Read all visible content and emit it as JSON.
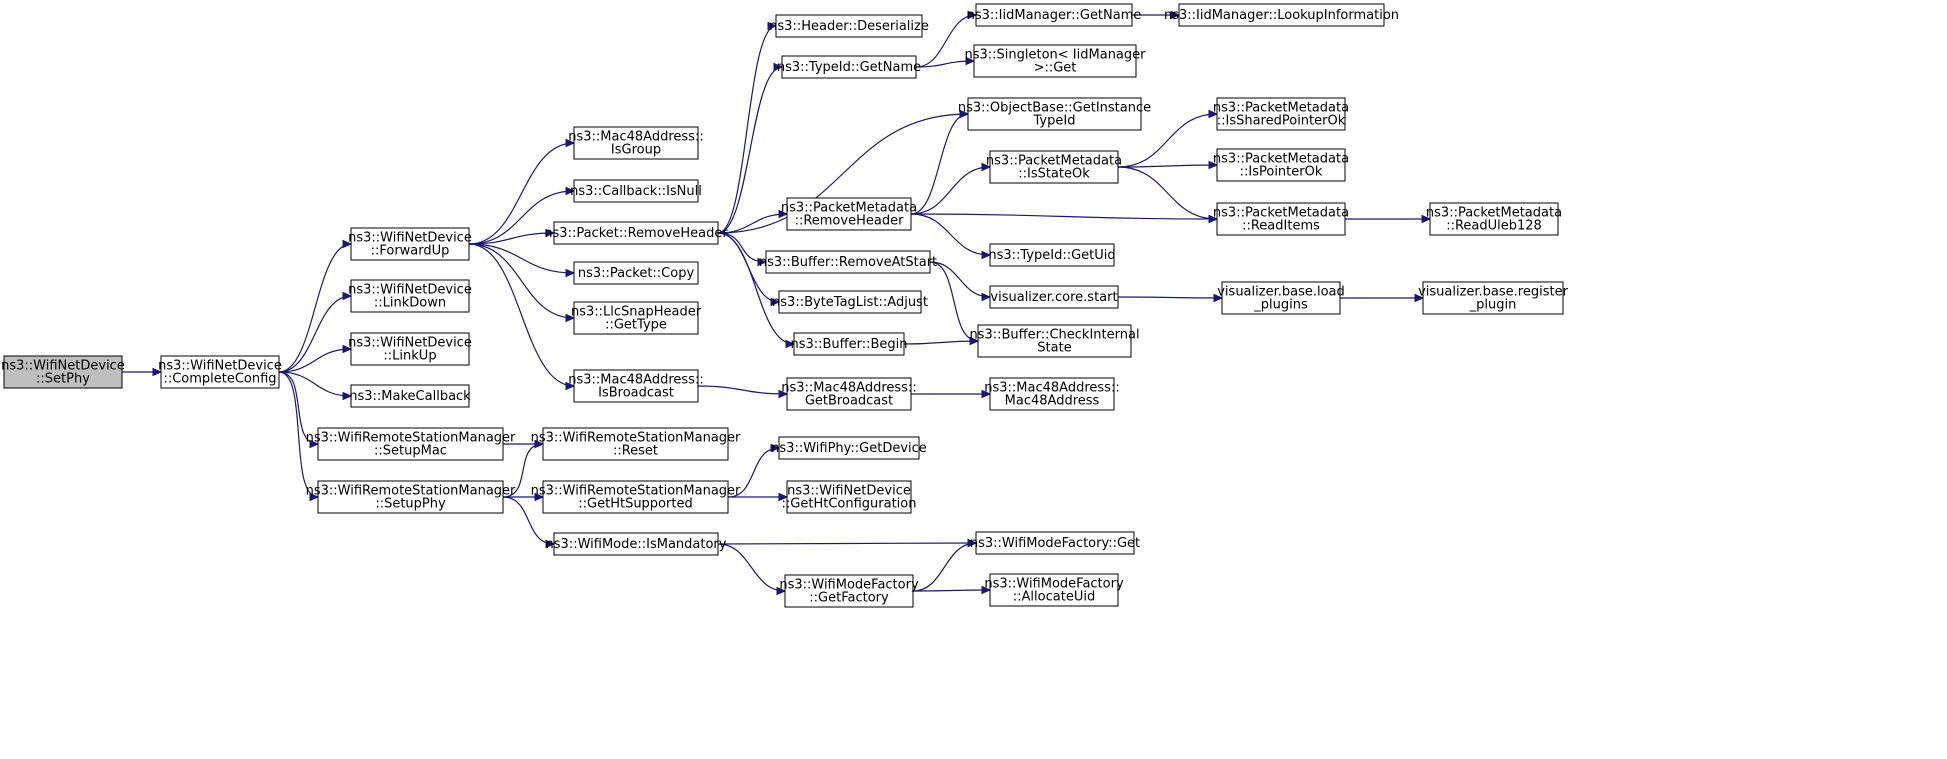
{
  "colors": {
    "edge": "#191970",
    "root_fill": "#bfbfbf",
    "node_fill": "#ffffff",
    "border": "#000000"
  },
  "nodes": {
    "setphy": {
      "lines": [
        "ns3::WifiNetDevice",
        "::SetPhy"
      ],
      "root": true
    },
    "completeconfig": {
      "lines": [
        "ns3::WifiNetDevice",
        "::CompleteConfig"
      ]
    },
    "forwardup": {
      "lines": [
        "ns3::WifiNetDevice",
        "::ForwardUp"
      ]
    },
    "linkdown": {
      "lines": [
        "ns3::WifiNetDevice",
        "::LinkDown"
      ]
    },
    "linkup": {
      "lines": [
        "ns3::WifiNetDevice",
        "::LinkUp"
      ]
    },
    "makecallback": {
      "lines": [
        "ns3::MakeCallback"
      ]
    },
    "setupmac": {
      "lines": [
        "ns3::WifiRemoteStationManager",
        "::SetupMac"
      ]
    },
    "setupphy": {
      "lines": [
        "ns3::WifiRemoteStationManager",
        "::SetupPhy"
      ]
    },
    "isgroup": {
      "lines": [
        "ns3::Mac48Address::",
        "IsGroup"
      ]
    },
    "isnull": {
      "lines": [
        "ns3::Callback::IsNull"
      ]
    },
    "removeheader": {
      "lines": [
        "ns3::Packet::RemoveHeader"
      ]
    },
    "copy": {
      "lines": [
        "ns3::Packet::Copy"
      ]
    },
    "gettype": {
      "lines": [
        "ns3::LlcSnapHeader",
        "::GetType"
      ]
    },
    "isbroadcast": {
      "lines": [
        "ns3::Mac48Address::",
        "IsBroadcast"
      ]
    },
    "reset": {
      "lines": [
        "ns3::WifiRemoteStationManager",
        "::Reset"
      ]
    },
    "gethtsupported": {
      "lines": [
        "ns3::WifiRemoteStationManager",
        "::GetHtSupported"
      ]
    },
    "ismandatory": {
      "lines": [
        "ns3::WifiMode::IsMandatory"
      ]
    },
    "deserialize": {
      "lines": [
        "ns3::Header::Deserialize"
      ]
    },
    "typeidgetname": {
      "lines": [
        "ns3::TypeId::GetName"
      ]
    },
    "pmremoveheader": {
      "lines": [
        "ns3::PacketMetadata",
        "::RemoveHeader"
      ]
    },
    "removeatstart": {
      "lines": [
        "ns3::Buffer::RemoveAtStart"
      ]
    },
    "adjust": {
      "lines": [
        "ns3::ByteTagList::Adjust"
      ]
    },
    "begin": {
      "lines": [
        "ns3::Buffer::Begin"
      ]
    },
    "getbroadcast": {
      "lines": [
        "ns3::Mac48Address::",
        "GetBroadcast"
      ]
    },
    "getdevice": {
      "lines": [
        "ns3::WifiPhy::GetDevice"
      ]
    },
    "gethtconfig": {
      "lines": [
        "ns3::WifiNetDevice",
        "::GetHtConfiguration"
      ]
    },
    "getfactory": {
      "lines": [
        "ns3::WifiModeFactory",
        "::GetFactory"
      ]
    },
    "iidgetname": {
      "lines": [
        "ns3::IidManager::GetName"
      ]
    },
    "singletonget": {
      "lines": [
        "ns3::Singleton< IidManager",
        ">::Get"
      ]
    },
    "getinstancetypeid": {
      "lines": [
        "ns3::ObjectBase::GetInstance",
        "TypeId"
      ]
    },
    "isstateok": {
      "lines": [
        "ns3::PacketMetadata",
        "::IsStateOk"
      ]
    },
    "getuid": {
      "lines": [
        "ns3::TypeId::GetUid"
      ]
    },
    "corestart": {
      "lines": [
        "visualizer.core.start"
      ]
    },
    "checkinternal": {
      "lines": [
        "ns3::Buffer::CheckInternal",
        "State"
      ]
    },
    "mac48ctor": {
      "lines": [
        "ns3::Mac48Address::",
        "Mac48Address"
      ]
    },
    "wmfget": {
      "lines": [
        "ns3::WifiModeFactory::Get"
      ]
    },
    "allocateuid": {
      "lines": [
        "ns3::WifiModeFactory",
        "::AllocateUid"
      ]
    },
    "lookupinfo": {
      "lines": [
        "ns3::IidManager::LookupInformation"
      ]
    },
    "issharedptr": {
      "lines": [
        "ns3::PacketMetadata",
        "::IsSharedPointerOk"
      ]
    },
    "ispointerok": {
      "lines": [
        "ns3::PacketMetadata",
        "::IsPointerOk"
      ]
    },
    "readitems": {
      "lines": [
        "ns3::PacketMetadata",
        "::ReadItems"
      ]
    },
    "loadplugins": {
      "lines": [
        "visualizer.base.load",
        "_plugins"
      ]
    },
    "readuleb": {
      "lines": [
        "ns3::PacketMetadata",
        "::ReadUleb128"
      ]
    },
    "registerplugin": {
      "lines": [
        "visualizer.base.register",
        "_plugin"
      ]
    }
  },
  "edges": [
    [
      "setphy",
      "completeconfig"
    ],
    [
      "completeconfig",
      "forwardup"
    ],
    [
      "completeconfig",
      "linkdown"
    ],
    [
      "completeconfig",
      "linkup"
    ],
    [
      "completeconfig",
      "makecallback"
    ],
    [
      "completeconfig",
      "setupmac"
    ],
    [
      "completeconfig",
      "setupphy"
    ],
    [
      "forwardup",
      "isgroup"
    ],
    [
      "forwardup",
      "isnull"
    ],
    [
      "forwardup",
      "removeheader"
    ],
    [
      "forwardup",
      "copy"
    ],
    [
      "forwardup",
      "gettype"
    ],
    [
      "forwardup",
      "isbroadcast"
    ],
    [
      "setupmac",
      "reset"
    ],
    [
      "setupphy",
      "reset"
    ],
    [
      "setupphy",
      "gethtsupported"
    ],
    [
      "setupphy",
      "ismandatory"
    ],
    [
      "removeheader",
      "deserialize"
    ],
    [
      "removeheader",
      "typeidgetname"
    ],
    [
      "removeheader",
      "getinstancetypeid"
    ],
    [
      "removeheader",
      "pmremoveheader"
    ],
    [
      "removeheader",
      "removeatstart"
    ],
    [
      "removeheader",
      "adjust"
    ],
    [
      "removeheader",
      "begin"
    ],
    [
      "isbroadcast",
      "getbroadcast"
    ],
    [
      "gethtsupported",
      "getdevice"
    ],
    [
      "gethtsupported",
      "gethtconfig"
    ],
    [
      "ismandatory",
      "wmfget"
    ],
    [
      "ismandatory",
      "getfactory"
    ],
    [
      "typeidgetname",
      "iidgetname"
    ],
    [
      "typeidgetname",
      "singletonget"
    ],
    [
      "iidgetname",
      "lookupinfo"
    ],
    [
      "pmremoveheader",
      "getinstancetypeid"
    ],
    [
      "pmremoveheader",
      "isstateok"
    ],
    [
      "pmremoveheader",
      "readitems"
    ],
    [
      "pmremoveheader",
      "getuid"
    ],
    [
      "isstateok",
      "issharedptr"
    ],
    [
      "isstateok",
      "ispointerok"
    ],
    [
      "isstateok",
      "readitems"
    ],
    [
      "readitems",
      "readuleb"
    ],
    [
      "removeatstart",
      "corestart"
    ],
    [
      "removeatstart",
      "checkinternal"
    ],
    [
      "begin",
      "checkinternal"
    ],
    [
      "corestart",
      "loadplugins"
    ],
    [
      "loadplugins",
      "registerplugin"
    ],
    [
      "getbroadcast",
      "mac48ctor"
    ],
    [
      "getfactory",
      "wmfget"
    ],
    [
      "getfactory",
      "allocateuid"
    ]
  ]
}
